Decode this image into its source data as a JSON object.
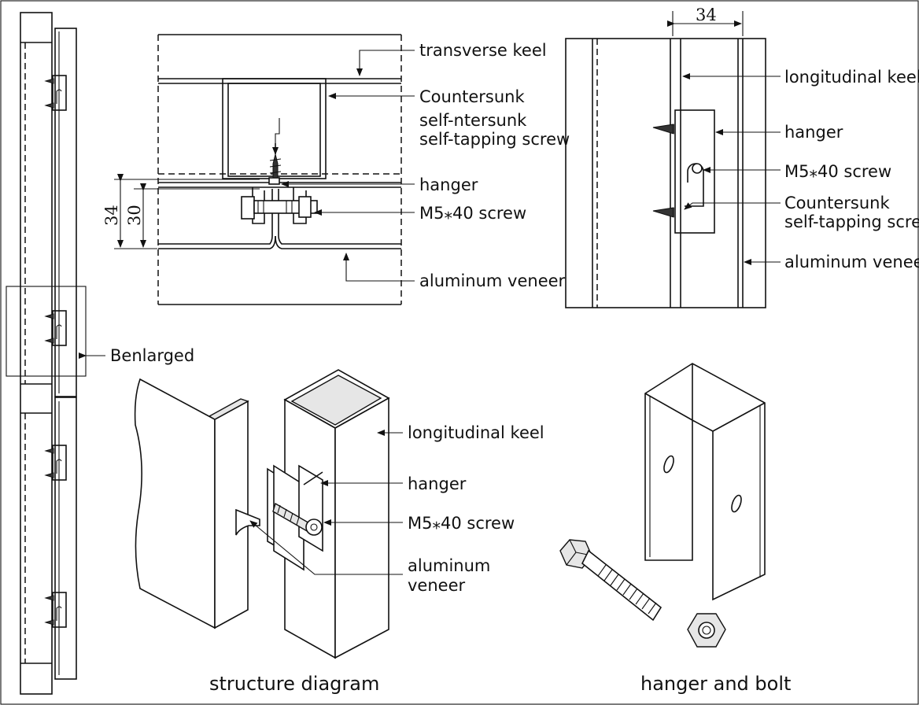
{
  "labels": {
    "transverse_keel": "transverse keel",
    "countersunk_top": "Countersunk",
    "self_ntersunk": "self-ntersunk",
    "self_tapping_top": "self-tapping screw",
    "hanger_top": "hanger",
    "m5_top": "M5⁎40 screw",
    "aluminum_top": "aluminum veneer",
    "dim_34": "34",
    "dim_30": "30",
    "dim_34_top": "34",
    "longitudinal_keel_right": "longitudinal keel",
    "hanger_right": "hanger",
    "m5_right": "M5⁎40 screw",
    "countersunk_right": "Countersunk",
    "self_tapping_right": "self-tapping screw",
    "aluminum_right": "aluminum veneer",
    "benlarged": "Benlarged",
    "longitudinal_keel_iso": "longitudinal keel",
    "hanger_iso": "hanger",
    "m5_iso": "M5⁎40 screw",
    "aluminum_iso_1": "aluminum",
    "aluminum_iso_2": "veneer"
  },
  "captions": {
    "structure": "structure diagram",
    "hanger_bolt": "hanger and bolt"
  },
  "colors": {
    "line": "#111111",
    "background": "#ffffff"
  }
}
